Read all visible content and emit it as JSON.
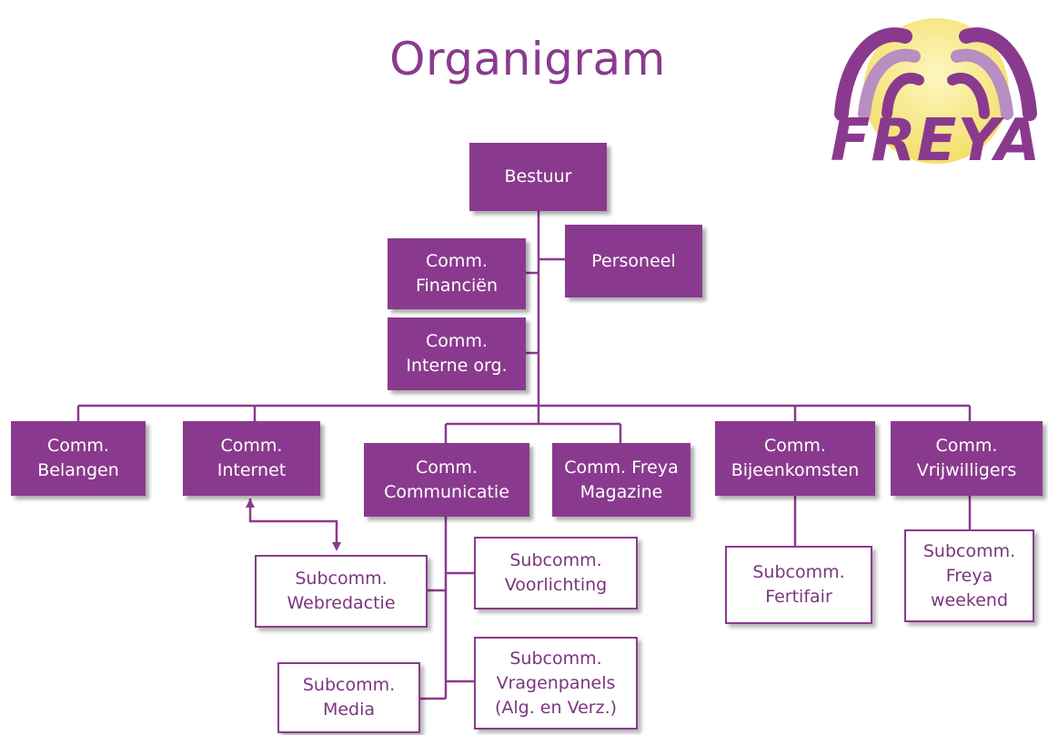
{
  "title": "Organigram",
  "logo": {
    "text": "FREYA",
    "colors": {
      "purple": "#8a3a8e",
      "light_purple": "#b98ec0",
      "yellow": "#f5e47a"
    }
  },
  "colors": {
    "primary": "#8a3a8e",
    "outline_text": "#7a3580",
    "line": "#8a3a8e"
  },
  "top": {
    "bestuur": "Bestuur",
    "personeel": "Personeel",
    "financien": "Comm.\nFinanciën",
    "interne_org": "Comm.\nInterne org."
  },
  "committees": {
    "belangen": "Comm.\nBelangen",
    "internet": "Comm.\nInternet",
    "communicatie": "Comm.\nCommunicatie",
    "magazine": "Comm. Freya\nMagazine",
    "bijeenkomsten": "Comm.\nBijeenkomsten",
    "vrijwilligers": "Comm.\nVrijwilligers"
  },
  "subcommittees": {
    "webredactie": "Subcomm.\nWebredactie",
    "voorlichting": "Subcomm.\nVoorlichting",
    "media": "Subcomm.\nMedia",
    "vragenpanels": "Subcomm.\nVragenpanels\n(Alg. en Verz.)",
    "fertifair": "Subcomm.\nFertifair",
    "freya_weekend": "Subcomm.\nFreya\nweekend"
  }
}
